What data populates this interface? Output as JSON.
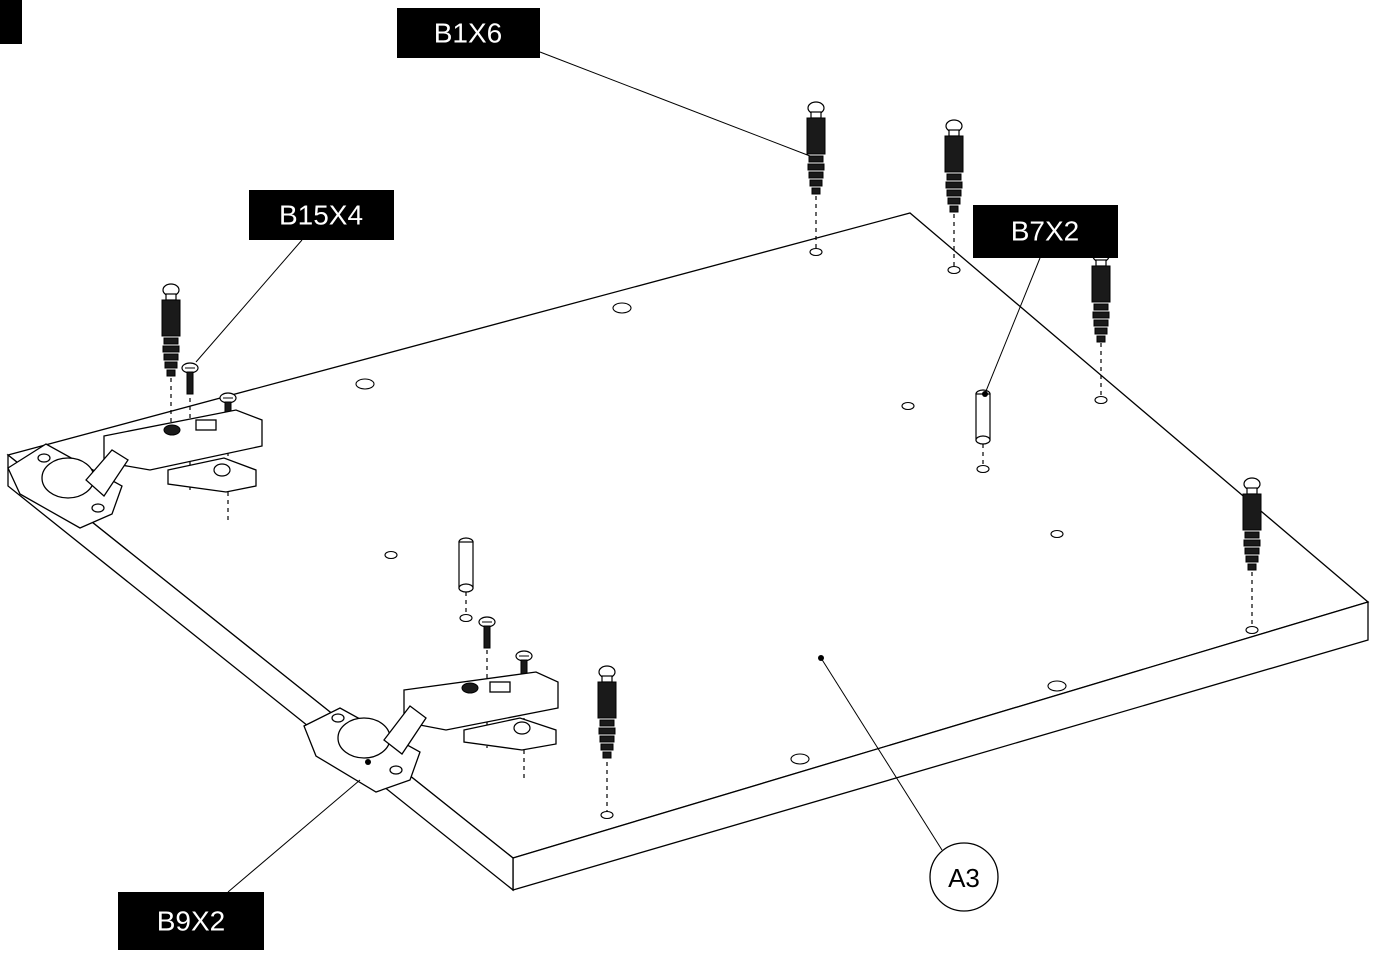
{
  "labels": {
    "b1": "B1X6",
    "b15": "B15X4",
    "b7": "B7X2",
    "b9": "B9X2"
  },
  "callout": {
    "a3": "A3"
  }
}
